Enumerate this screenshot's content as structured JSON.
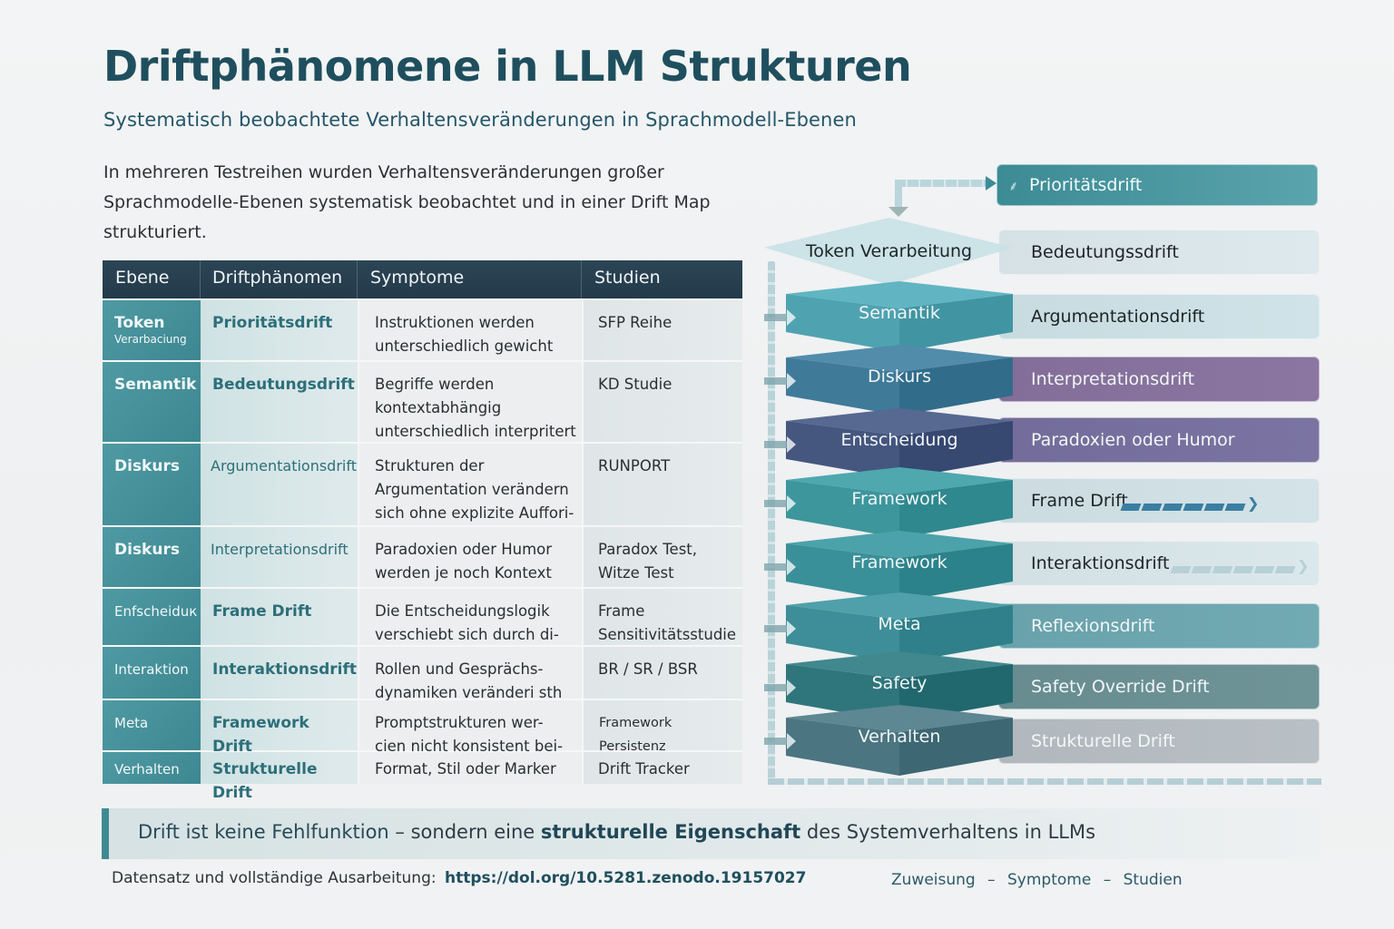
{
  "header": {
    "title": "Driftphänomene in LLM Strukturen",
    "subtitle": "Systematisch beobachtete Verhaltensveränderungen in Sprachmodell-Ebenen",
    "intro": "In mehreren Testreihen wurden Verhaltensveränderungen großer Sprachmodelle-Ebenen systematisk beobachtet und in einer Drift Map strukturiert."
  },
  "table": {
    "columns": [
      "Ebene",
      "Driftphänomen",
      "Symptome",
      "Studien"
    ],
    "rows": [
      {
        "level": "Token",
        "level_sub": "Verarbaciung",
        "drift": "Prioritätsdrift",
        "symptom": "Instruktionen werden unterschiedlich gewicht",
        "study": "SFP Reihe"
      },
      {
        "level": "Semantik",
        "level_sub": "",
        "drift": "Bedeutungsdrift",
        "symptom": "Begriffe werden kontextabhängig unterschiedlich interpritert",
        "study": "KD Studie"
      },
      {
        "level": "Diskurs",
        "level_sub": "",
        "drift": "Argumentationsdrift",
        "symptom": "Strukturen der Argumentation verändern sich ohne explizite Auffori-",
        "study": "RUNPORT"
      },
      {
        "level": "Diskurs",
        "level_sub": "",
        "drift": "Interpretationsdrift",
        "symptom": "Paradoxien oder Humor werden je noch Kontext",
        "study": "Paradox Test, Witze Test"
      },
      {
        "level": "Enfscheiduк",
        "level_sub": "",
        "drift": "Frame Drift",
        "symptom": "Die Entscheidungslogik verschiebt sich durch di-",
        "study": "Frame Sensitivitätsstudie"
      },
      {
        "level": "Interaktion",
        "level_sub": "",
        "drift": "Interaktionsdrift",
        "symptom": "Rollen und Gesprächs- dynamiken veränderi sth",
        "study": "BR / SR / BSR"
      },
      {
        "level": "Meta",
        "level_sub": "",
        "drift": "Framework Drift",
        "symptom": "Promptstrukturen wer- cien nicht konsistent bei-",
        "study": "Framework Persistenz"
      },
      {
        "level": "Verhalten",
        "level_sub": "",
        "drift": "Strukturelle Drift",
        "symptom": "Format, Stil oder Marker",
        "study": "Drift Tracker"
      }
    ]
  },
  "diagram": {
    "top_drift": {
      "label": "Prioritätsdrift",
      "icon": "pin-icon"
    },
    "layers": [
      {
        "label": "Token Verarbeitung",
        "drift": "Bedeutungssdrift",
        "color": "#c9e1e6",
        "box_color": "#dde9ec"
      },
      {
        "label": "Semantik",
        "drift": "Argumentationsdrift",
        "color": "#4fa3b0",
        "box_color": "#cfe3e8"
      },
      {
        "label": "Diskurs",
        "drift": "Interpretationsdrift",
        "color": "#3f7a99",
        "box_color": "#8a76a0"
      },
      {
        "label": "Entscheidung",
        "drift": "Paradoxien oder Humor",
        "color": "#45567f",
        "box_color": "#7b74a2"
      },
      {
        "label": "Framework",
        "drift": "Frame Drift",
        "color": "#3c969c",
        "box_color": "#d3e3e7"
      },
      {
        "label": "Framework",
        "drift": "Interaktionsdrift",
        "color": "#3a9098",
        "box_color": "#dbe8eb"
      },
      {
        "label": "Meta",
        "drift": "Reflexionsdrift",
        "color": "#3d8e98",
        "box_color": "#71aab3"
      },
      {
        "label": "Safety",
        "drift": "Safety Override Drift",
        "color": "#2f767c",
        "box_color": "#6f9498"
      },
      {
        "label": "Verhalten",
        "drift": "Strukturelle Drift",
        "color": "#4b7580",
        "box_color": "#b9c0c5"
      }
    ]
  },
  "footer": {
    "quote_part1": "Drift ist keine Fehlfunktion",
    "quote_dash": " – ",
    "quote_part2": "sondern eine ",
    "quote_part3": "strukturelle Eigenschaft",
    "quote_part4": " des Systemverhaltens in LLMs",
    "source_label": "Datensatz und vollständige Ausarbeitung:",
    "source_link": "https://dol.org/10.5281.zenodo.19157027",
    "legend": [
      "Zuweisung",
      "–",
      "Symptome",
      "–",
      "Studien"
    ]
  },
  "colors": {
    "title": "#1f4f5e",
    "table_header": "#2c4556",
    "level_cell": "#4e9aa3",
    "accent": "#3f8a92"
  }
}
